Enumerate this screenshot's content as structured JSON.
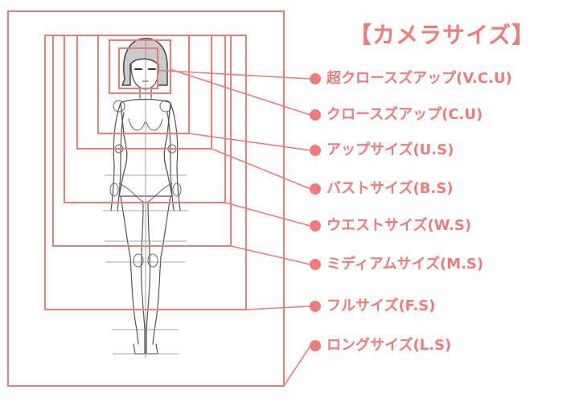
{
  "title": "【カメラサイズ】",
  "accent_color": "#f07b7b",
  "figure_color": "#555555",
  "shot_sizes": [
    {
      "label": "超クロースズアップ(V.C.U)"
    },
    {
      "label": "クロースズアップ(C.U)"
    },
    {
      "label": "アップサイズ(U.S)"
    },
    {
      "label": "バストサイズ(B.S)"
    },
    {
      "label": "ウエストサイズ(W.S)"
    },
    {
      "label": "ミディアムサイズ(M.S)"
    },
    {
      "label": "フルサイズ(F.S)"
    },
    {
      "label": "ロングサイズ(L.S)"
    }
  ]
}
